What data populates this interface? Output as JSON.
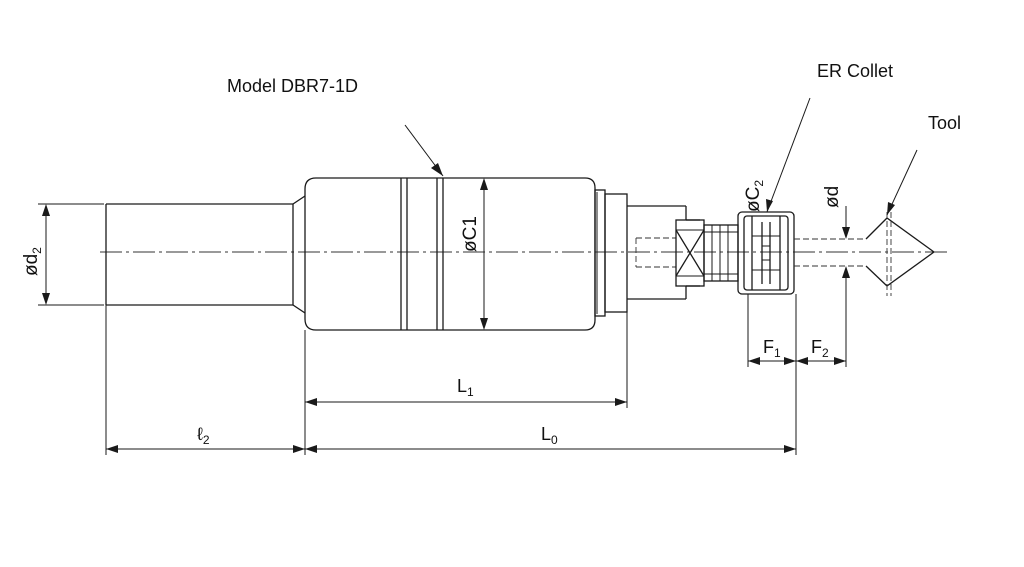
{
  "callouts": {
    "model": "Model DBR7-1D",
    "collet": "ER Collet",
    "tool": "Tool"
  },
  "dimensions": {
    "phi": "ø",
    "d2_base": "d",
    "d2_sub": "2",
    "c1": "C1",
    "c2_base": "C",
    "c2_sub": "2",
    "d": "d",
    "f1_base": "F",
    "f1_sub": "1",
    "f2_base": "F",
    "f2_sub": "2",
    "l1_base": "L",
    "l1_sub": "1",
    "l0_base": "L",
    "l0_sub": "0",
    "l2_base": "ℓ",
    "l2_sub": "2"
  }
}
